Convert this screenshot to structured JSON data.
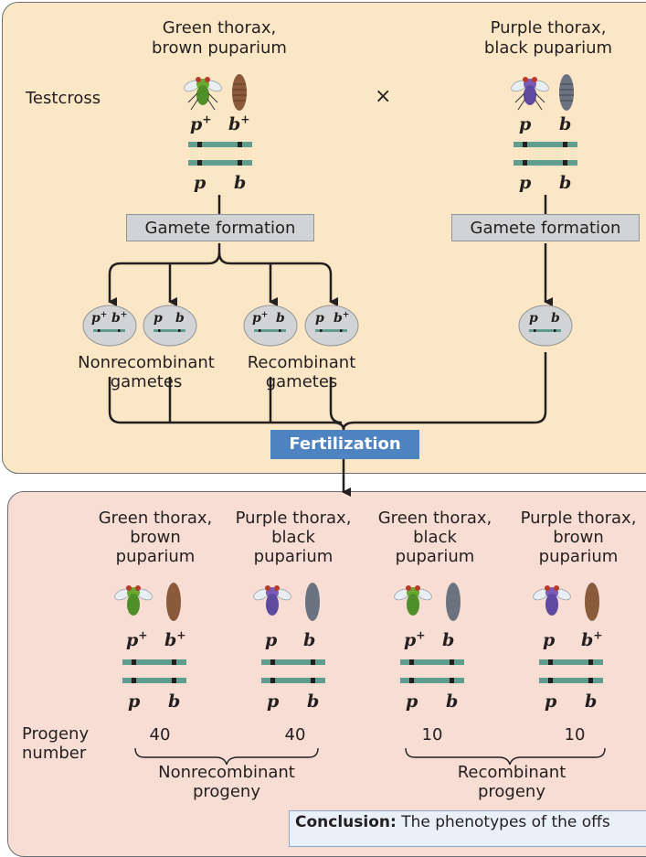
{
  "cross": {
    "label": "Testcross",
    "cross_symbol": "×",
    "parent1": {
      "phenotype_line1": "Green thorax,",
      "phenotype_line2": "brown puparium",
      "allele_top_left": "p",
      "allele_top_left_sup": "+",
      "allele_top_right": "b",
      "allele_top_right_sup": "+",
      "allele_bottom_left": "p",
      "allele_bottom_right": "b"
    },
    "parent2": {
      "phenotype_line1": "Purple thorax,",
      "phenotype_line2": "black puparium",
      "allele_top_left": "p",
      "allele_top_right": "b",
      "allele_bottom_left": "p",
      "allele_bottom_right": "b"
    },
    "gamete_formation_label": "Gamete formation"
  },
  "gametes": {
    "items": [
      {
        "a": "p",
        "a_sup": "+",
        "b": "b",
        "b_sup": "+"
      },
      {
        "a": "p",
        "a_sup": "",
        "b": "b",
        "b_sup": ""
      },
      {
        "a": "p",
        "a_sup": "+",
        "b": "b",
        "b_sup": ""
      },
      {
        "a": "p",
        "a_sup": "",
        "b": "b",
        "b_sup": "+"
      },
      {
        "a": "p",
        "a_sup": "",
        "b": "b",
        "b_sup": ""
      }
    ],
    "nonrecombinant_line1": "Nonrecombinant",
    "nonrecombinant_line2": "gametes",
    "recombinant_line1": "Recombinant",
    "recombinant_line2": "gametes"
  },
  "fertilization_label": "Fertilization",
  "progeny": {
    "classes": [
      {
        "line1": "Green thorax,",
        "line2": "brown",
        "line3": "puparium",
        "top_left": "p",
        "top_left_sup": "+",
        "top_right": "b",
        "top_right_sup": "+",
        "bottom_left": "p",
        "bottom_right": "b",
        "number": "40"
      },
      {
        "line1": "Purple thorax,",
        "line2": "black",
        "line3": "puparium",
        "top_left": "p",
        "top_left_sup": "",
        "top_right": "b",
        "top_right_sup": "",
        "bottom_left": "p",
        "bottom_right": "b",
        "number": "40"
      },
      {
        "line1": "Green thorax,",
        "line2": "black",
        "line3": "puparium",
        "top_left": "p",
        "top_left_sup": "+",
        "top_right": "b",
        "top_right_sup": "",
        "bottom_left": "p",
        "bottom_right": "b",
        "number": "10"
      },
      {
        "line1": "Purple thorax,",
        "line2": "brown",
        "line3": "puparium",
        "top_left": "p",
        "top_left_sup": "",
        "top_right": "b",
        "top_right_sup": "+",
        "bottom_left": "p",
        "bottom_right": "b",
        "number": "10"
      }
    ],
    "number_label_line1": "Progeny",
    "number_label_line2": "number",
    "nonrecombinant_line1": "Nonrecombinant",
    "nonrecombinant_line2": "progeny",
    "recombinant_line1": "Recombinant",
    "recombinant_line2": "progeny"
  },
  "conclusion": {
    "label": "Conclusion:",
    "text": " The phenotypes of the offs"
  },
  "colors": {
    "top_panel": "#fbe7c6",
    "bottom_panel": "#f7ddd3",
    "chromosome": "#5f9e8f",
    "fertilization_box": "#4e83c2",
    "gamete_box": "#d2d3d5"
  }
}
